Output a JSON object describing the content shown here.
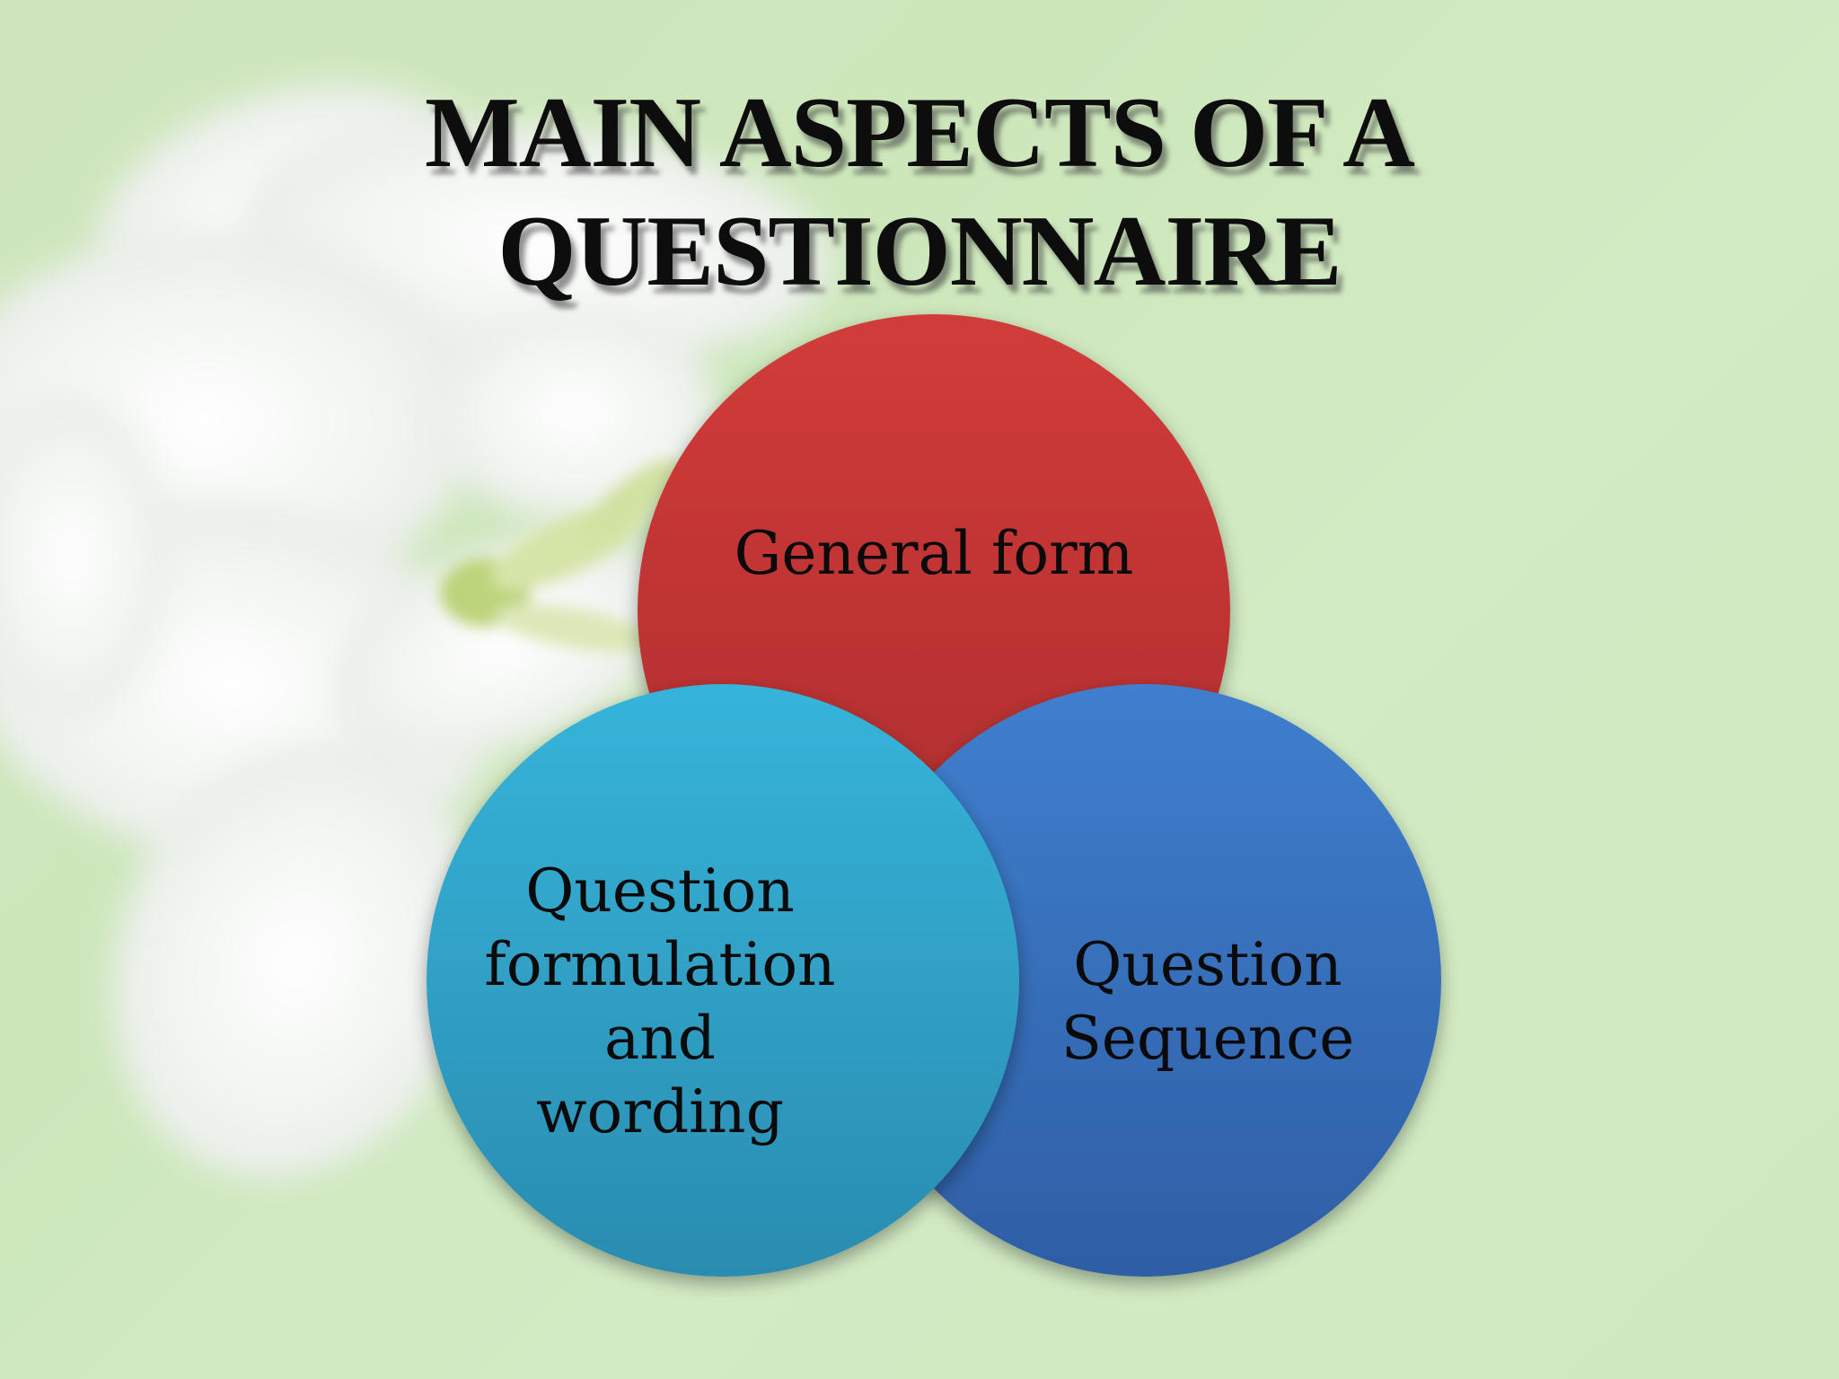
{
  "slide": {
    "title_line1": "MAIN ASPECTS OF A",
    "title_line2": "QUESTIONNAIRE"
  },
  "diagram": {
    "circles": [
      {
        "id": "general-form",
        "lines": [
          "General form"
        ],
        "color": "#c83a38"
      },
      {
        "id": "question-formulation",
        "lines": [
          "Question",
          "formulation",
          "and",
          "wording"
        ],
        "color": "#33a9cc"
      },
      {
        "id": "question-sequence",
        "lines": [
          "Question",
          "Sequence"
        ],
        "color": "#3a72bd"
      }
    ]
  }
}
